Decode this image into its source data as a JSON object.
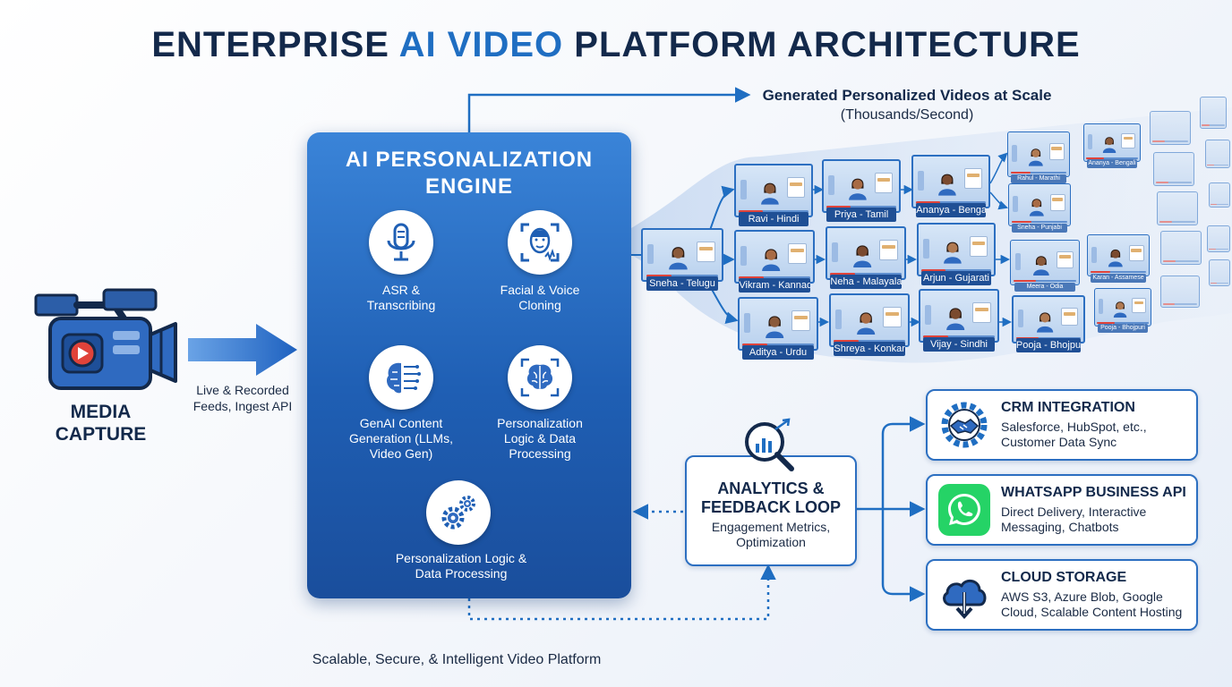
{
  "title": {
    "part1": "ENTERPRISE ",
    "accent": "AI VIDEO",
    "part2": " PLATFORM ARCHITECTURE"
  },
  "media_capture": {
    "label": "MEDIA CAPTURE",
    "ingest": "Live & Recorded Feeds, Ingest API"
  },
  "engine": {
    "title": "AI PERSONALIZATION ENGINE",
    "nodes": [
      {
        "label": "ASR & Transcribing",
        "icon": "microphone-icon"
      },
      {
        "label": "Facial & Voice Cloning",
        "icon": "face-scan-icon"
      },
      {
        "label": "GenAI Content Generation (LLMs, Video Gen)",
        "icon": "ai-brain-icon"
      },
      {
        "label": "Personalization Logic & Data Processing",
        "icon": "brain-icon"
      },
      {
        "label": "Personalization Logic & Data Processing",
        "icon": "gears-icon"
      }
    ]
  },
  "generated": {
    "title": "Generated Personalized Videos at Scale",
    "subtitle": "(Thousands/Second)"
  },
  "videos": {
    "row1": [
      "Ravi - Hindi",
      "Priya - Tamil",
      "Ananya - Bengali",
      "Rahul - Marathi"
    ],
    "row2": [
      "Sneha - Telugu",
      "Vikram - Kannada",
      "Neha - Malayalam",
      "Arjun - Gujarati",
      "Meera - Odia"
    ],
    "row3": [
      "Aditya - Urdu",
      "Shreya - Konkani",
      "Vijay - Sindhi",
      "Pooja - Bhojpuri"
    ],
    "far": [
      "Ananya - Bengali",
      "Sneha - Punjabi",
      "Karan - Assamese",
      "Pooja - Bhojpuri"
    ]
  },
  "analytics": {
    "title": "ANALYTICS & FEEDBACK LOOP",
    "desc": "Engagement Metrics, Optimization"
  },
  "integrations": [
    {
      "title": "CRM INTEGRATION",
      "desc": "Salesforce, HubSpot, etc., Customer Data Sync",
      "icon": "handshake-gear-icon"
    },
    {
      "title": "WHATSAPP BUSINESS API",
      "desc": "Direct Delivery, Interactive Messaging, Chatbots",
      "icon": "whatsapp-icon"
    },
    {
      "title": "CLOUD STORAGE",
      "desc": "AWS S3, Azure Blob, Google Cloud, Scalable Content Hosting",
      "icon": "cloud-download-icon"
    }
  ],
  "footer": "Scalable, Secure, & Intelligent Video Platform",
  "colors": {
    "primary": "#1f6ec2",
    "dark": "#13294b",
    "whatsapp": "#25d366"
  }
}
